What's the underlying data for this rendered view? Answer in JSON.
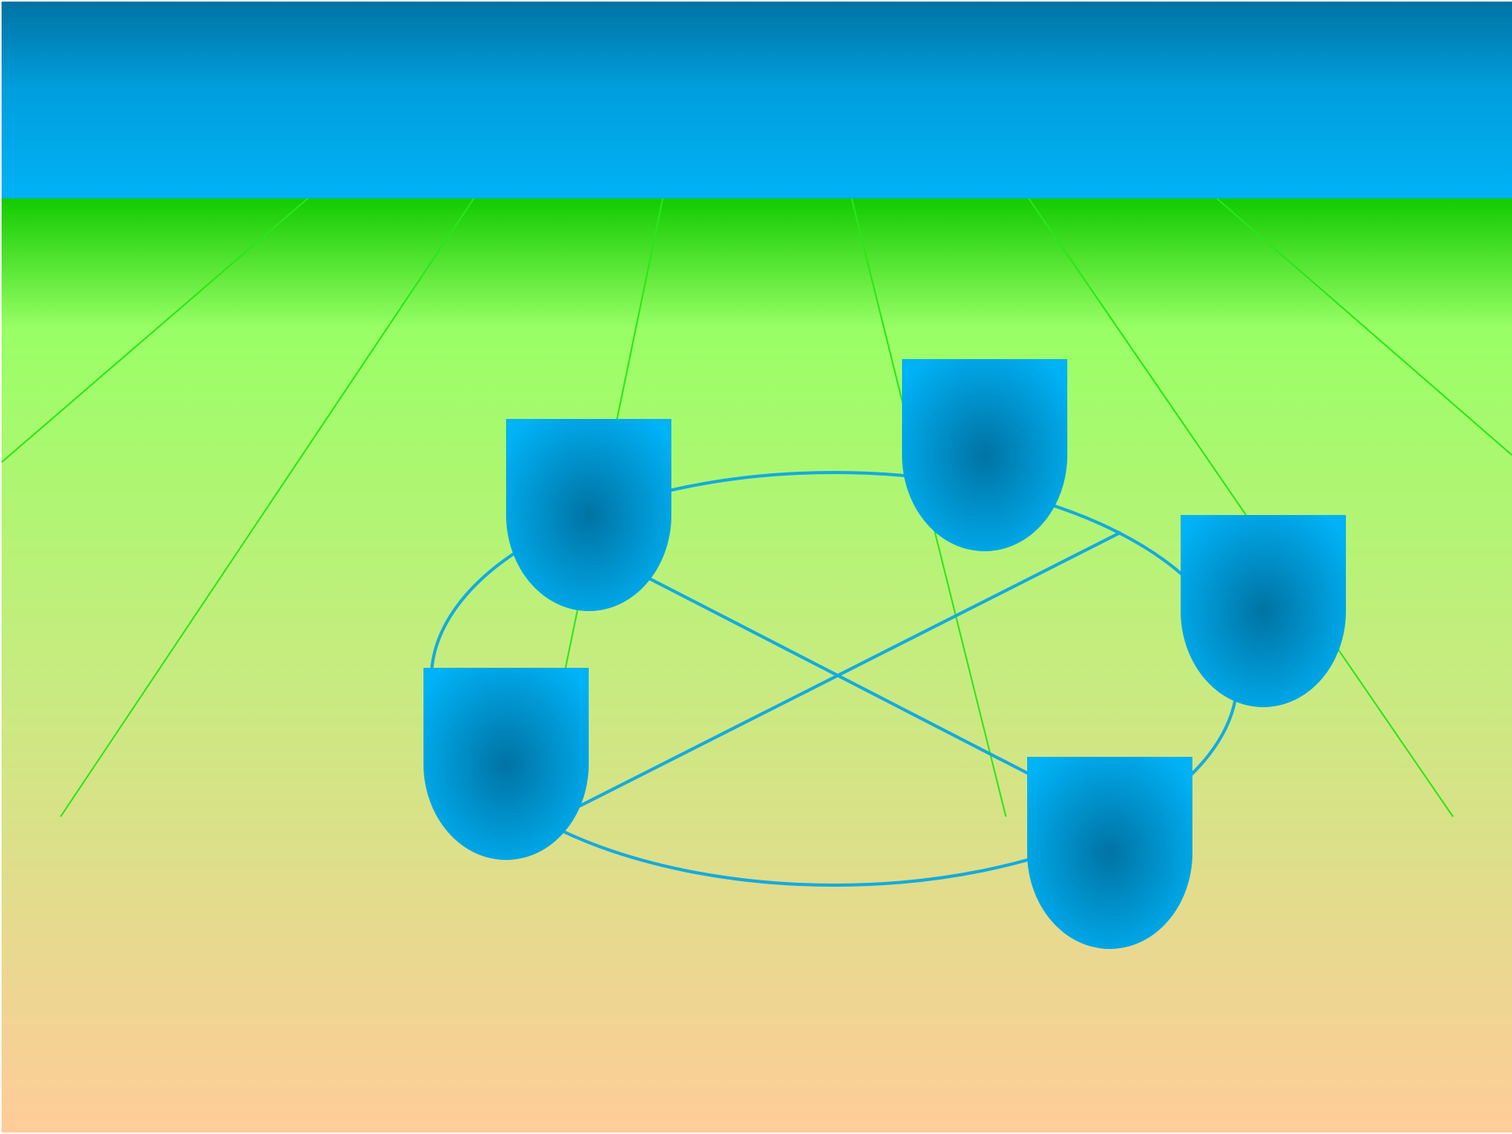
{
  "colors": {
    "header_top": "#0073A3",
    "header_bottom": "#00B2F6",
    "ground_top": "#12CB00",
    "ground_mid": "#99FF66",
    "ground_bottom": "#FFCC99",
    "ray": "#2BE61B",
    "connector": "#13ABDF",
    "node_light": "#00B2F6",
    "node_dark": "#0073A3"
  },
  "nodes": [
    {
      "id": "node-1"
    },
    {
      "id": "node-2"
    },
    {
      "id": "node-3"
    },
    {
      "id": "node-4"
    },
    {
      "id": "node-5"
    }
  ]
}
